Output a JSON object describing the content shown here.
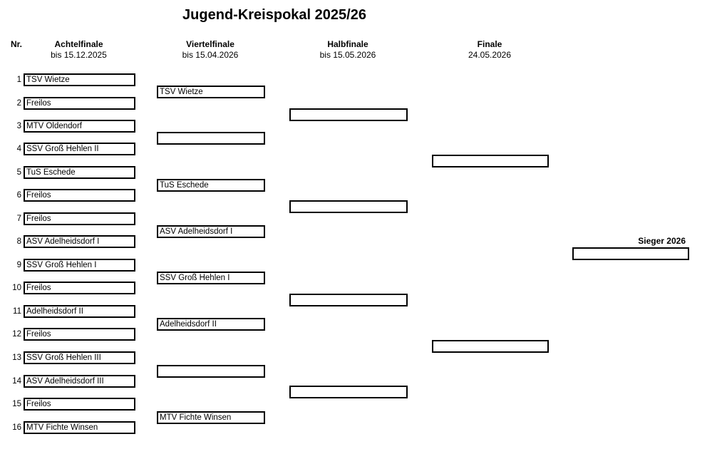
{
  "title": "Jugend-Kreispokal 2025/26",
  "nr_label": "Nr.",
  "rounds": [
    {
      "name": "Achtelfinale",
      "date": "bis 15.12.2025"
    },
    {
      "name": "Viertelfinale",
      "date": "bis 15.04.2026"
    },
    {
      "name": "Halbfinale",
      "date": "bis 15.05.2026"
    },
    {
      "name": "Finale",
      "date": "24.05.2026"
    }
  ],
  "bracket": {
    "round_of_16": [
      {
        "nr": "1",
        "team": "TSV Wietze"
      },
      {
        "nr": "2",
        "team": "Freilos"
      },
      {
        "nr": "3",
        "team": "MTV Oldendorf"
      },
      {
        "nr": "4",
        "team": "SSV Groß Hehlen II"
      },
      {
        "nr": "5",
        "team": "TuS Eschede"
      },
      {
        "nr": "6",
        "team": "Freilos"
      },
      {
        "nr": "7",
        "team": "Freilos"
      },
      {
        "nr": "8",
        "team": "ASV Adelheidsdorf I"
      },
      {
        "nr": "9",
        "team": "SSV Groß Hehlen I"
      },
      {
        "nr": "10",
        "team": "Freilos"
      },
      {
        "nr": "11",
        "team": "Adelheidsdorf II"
      },
      {
        "nr": "12",
        "team": "Freilos"
      },
      {
        "nr": "13",
        "team": "SSV Groß Hehlen III"
      },
      {
        "nr": "14",
        "team": "ASV Adelheidsdorf III"
      },
      {
        "nr": "15",
        "team": "Freilos"
      },
      {
        "nr": "16",
        "team": "MTV Fichte Winsen"
      }
    ],
    "quarterfinals": [
      {
        "team": "TSV Wietze"
      },
      {
        "team": ""
      },
      {
        "team": "TuS Eschede"
      },
      {
        "team": "ASV Adelheidsdorf I"
      },
      {
        "team": "SSV Groß Hehlen I"
      },
      {
        "team": "Adelheidsdorf II"
      },
      {
        "team": ""
      },
      {
        "team": "MTV Fichte Winsen"
      }
    ],
    "semifinals": [
      {
        "team": ""
      },
      {
        "team": ""
      },
      {
        "team": ""
      },
      {
        "team": ""
      }
    ],
    "final": [
      {
        "team": ""
      },
      {
        "team": ""
      }
    ],
    "winner": {
      "label": "Sieger 2026",
      "team": ""
    }
  }
}
